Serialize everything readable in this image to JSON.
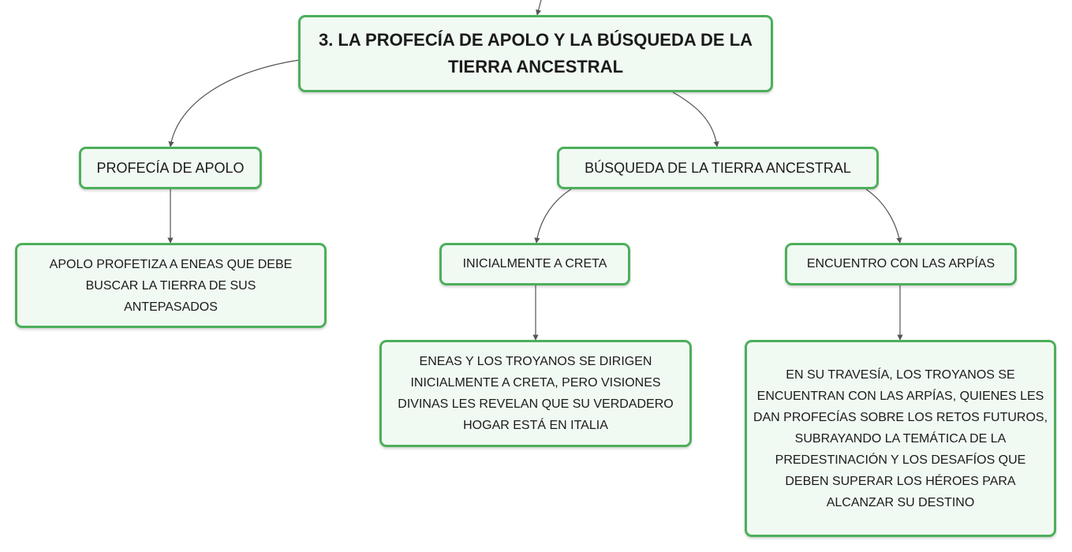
{
  "colors": {
    "node_border": "#4caf5b",
    "node_fill": "#f1f9f3",
    "connector": "#555555"
  },
  "root": {
    "label": "3. LA PROFECÍA DE APOLO Y LA BÚSQUEDA DE LA TIERRA ANCESTRAL"
  },
  "branches": {
    "profecia": {
      "label": "PROFECÍA DE APOLO",
      "detail": "APOLO PROFETIZA A ENEAS QUE DEBE BUSCAR LA TIERRA DE SUS ANTEPASADOS"
    },
    "busqueda": {
      "label": "BÚSQUEDA DE LA TIERRA ANCESTRAL",
      "creta": {
        "label": "INICIALMENTE A CRETA",
        "detail": "ENEAS Y LOS TROYANOS SE DIRIGEN INICIALMENTE A CRETA, PERO VISIONES DIVINAS LES REVELAN QUE SU VERDADERO HOGAR ESTÁ EN ITALIA"
      },
      "arpias": {
        "label": "ENCUENTRO CON LAS ARPÍAS",
        "detail": "EN SU TRAVESÍA, LOS TROYANOS SE ENCUENTRAN CON LAS ARPÍAS, QUIENES LES DAN PROFECÍAS SOBRE LOS RETOS FUTUROS, SUBRAYANDO LA TEMÁTICA DE LA PREDESTINACIÓN Y LOS DESAFÍOS QUE DEBEN SUPERAR LOS HÉROES PARA ALCANZAR SU DESTINO"
      }
    }
  }
}
